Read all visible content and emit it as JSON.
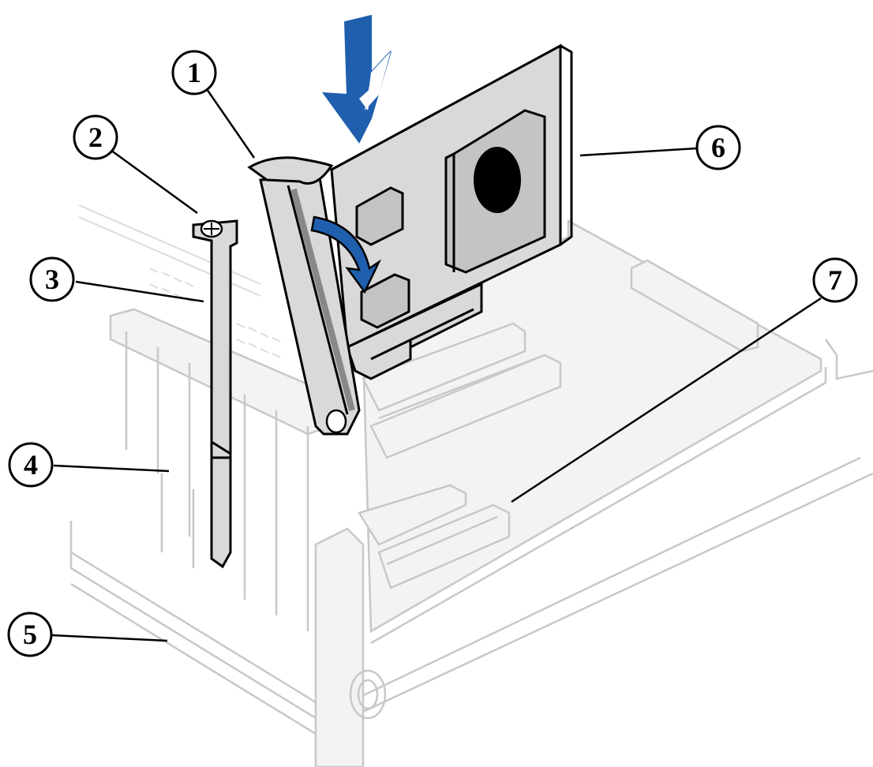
{
  "figure": {
    "callouts": [
      {
        "id": "1",
        "label": "1"
      },
      {
        "id": "2",
        "label": "2"
      },
      {
        "id": "3",
        "label": "3"
      },
      {
        "id": "4",
        "label": "4"
      },
      {
        "id": "5",
        "label": "5"
      },
      {
        "id": "6",
        "label": "6"
      },
      {
        "id": "7",
        "label": "7"
      }
    ],
    "colors": {
      "arrow": "#1f5fad",
      "outline": "#000000",
      "faint_outline": "#c8c8c8",
      "card_face": "#d9d9d9"
    }
  }
}
